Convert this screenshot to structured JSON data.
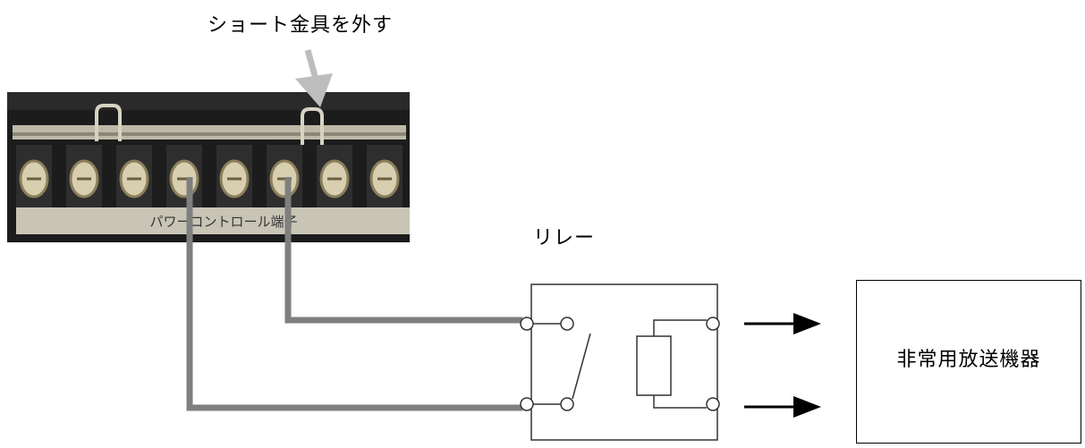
{
  "labels": {
    "remove_short": "ショート金具を外す",
    "relay": "リレー",
    "emergency_device": "非常用放送機器"
  },
  "terminal_block": {
    "plate_text": "パワーコントロール端子",
    "terminal_count": 8
  },
  "colors": {
    "wire": "#7f7f7f",
    "callout_arrow": "#bdbdbd",
    "terminal_panel": "#1c1c1c"
  }
}
